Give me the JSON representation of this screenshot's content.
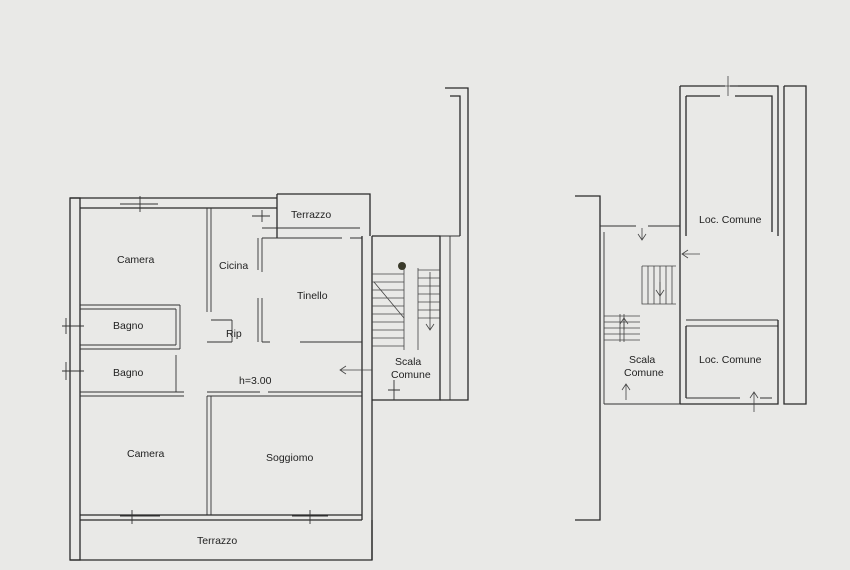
{
  "rooms": {
    "camera_top": "Camera",
    "cucina": "Cicina",
    "terrazzo_top": "Terrazzo",
    "tinello": "Tinello",
    "bagno_1": "Bagno",
    "bagno_2": "Bagno",
    "ripostiglio": "Rip",
    "ceiling_height": "h=3.00",
    "camera_bottom": "Camera",
    "soggiorno": "Soggiomo",
    "terrazzo_bottom": "Terrazzo",
    "scala_left_1": "Scala",
    "scala_left_2": "Comune",
    "scala_right_1": "Scala",
    "scala_right_2": "Comune",
    "loc_comune_top": "Loc. Comune",
    "loc_comune_bottom": "Loc. Comune"
  },
  "colors": {
    "background": "#e9e9e7",
    "wall": "#2a2a2a"
  }
}
